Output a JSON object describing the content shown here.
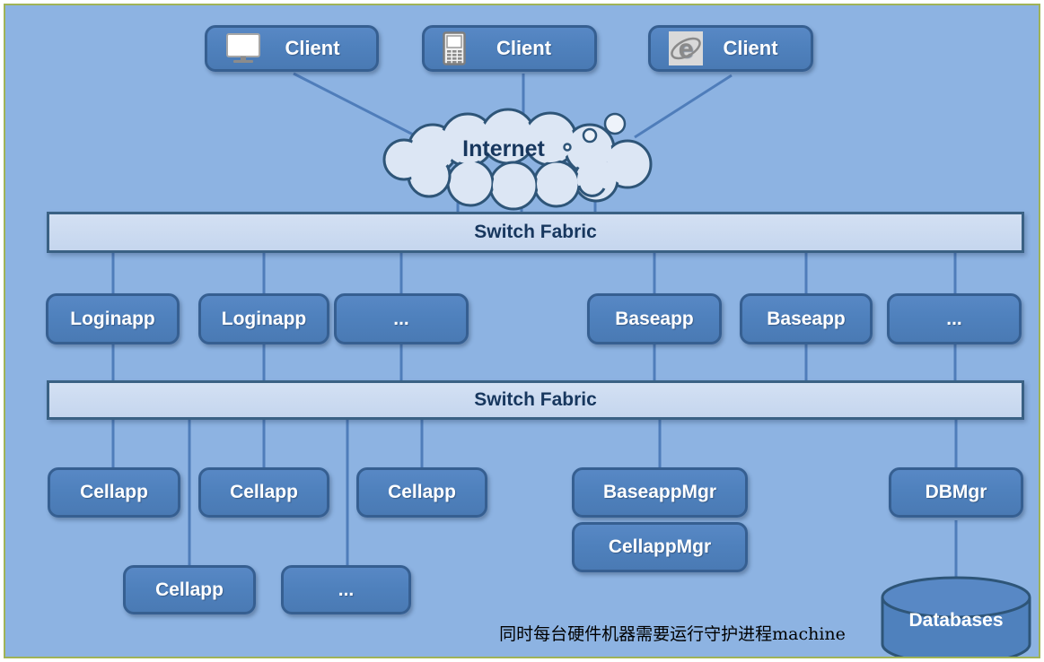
{
  "colors": {
    "background": "#8db3e2",
    "node_fill": "#4f81bd",
    "node_border": "#365f91",
    "fabric_fill": "#c9d9f0",
    "cloud_fill": "#dce6f4",
    "outline_dark": "#2e5578",
    "connector": "#4f7dba",
    "node_label_text": "#ffffff",
    "dark_text": "#17375e",
    "frame_border": "#9fb357"
  },
  "clients": [
    {
      "label": "Client",
      "icon": "desktop-monitor-icon"
    },
    {
      "label": "Client",
      "icon": "mobile-phone-icon"
    },
    {
      "label": "Client",
      "icon": "ie-browser-icon"
    }
  ],
  "internet": {
    "label": "Internet"
  },
  "switch_fabric_top": {
    "label": "Switch Fabric"
  },
  "switch_fabric_bottom": {
    "label": "Switch Fabric"
  },
  "app_row": [
    {
      "label": "Loginapp"
    },
    {
      "label": "Loginapp"
    },
    {
      "label": "..."
    },
    {
      "label": "Baseapp"
    },
    {
      "label": "Baseapp"
    },
    {
      "label": "..."
    }
  ],
  "worker_row": [
    {
      "label": "Cellapp"
    },
    {
      "label": "Cellapp"
    },
    {
      "label": "Cellapp"
    },
    {
      "label": "BaseappMgr"
    },
    {
      "label": "DBMgr"
    }
  ],
  "cellapp_mgr": {
    "label": "CellappMgr"
  },
  "bottom_row": [
    {
      "label": "Cellapp"
    },
    {
      "label": "..."
    }
  ],
  "databases": {
    "label": "Databases"
  },
  "note": "同时每台硬件机器需要运行守护进程machine"
}
